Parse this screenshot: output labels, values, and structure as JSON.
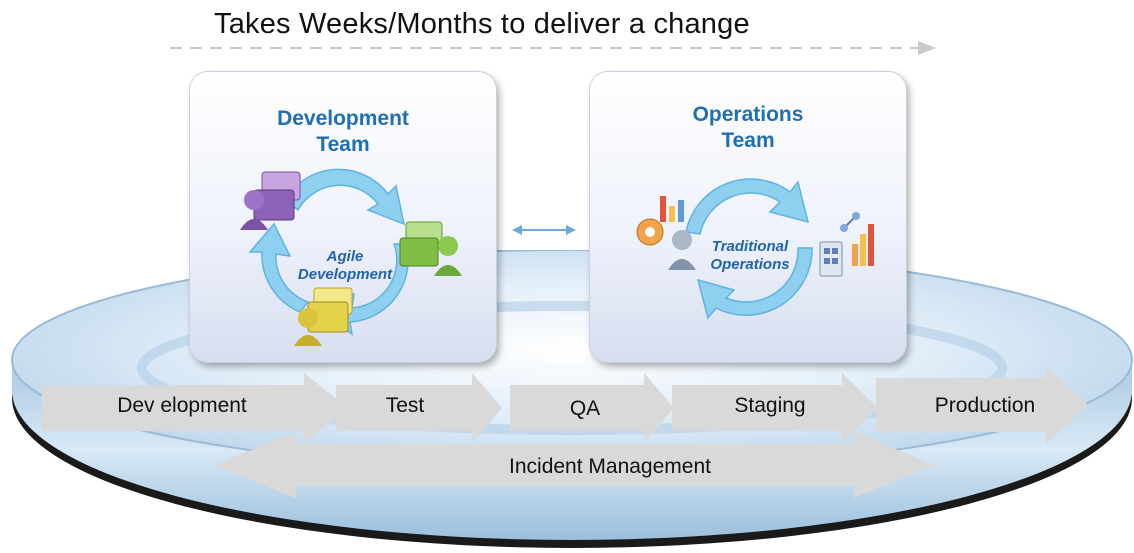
{
  "headline": "Takes Weeks/Months to deliver a change",
  "teams": {
    "development": {
      "title_line1": "Development",
      "title_line2": "Team",
      "cycle_line1": "Agile",
      "cycle_line2": "Development"
    },
    "operations": {
      "title_line1": "Operations",
      "title_line2": "Team",
      "cycle_line1": "Traditional",
      "cycle_line2": "Operations"
    }
  },
  "pipeline": {
    "stages": [
      "Dev elopment",
      "Test",
      "QA",
      "Staging",
      "Production"
    ],
    "incident": "Incident Management"
  },
  "colors": {
    "title_blue": "#1f6fb4",
    "cycle_blue": "#7fc6ea",
    "platform_blue": "#cfe3f3",
    "arrow_gray": "#d9d9d9"
  }
}
